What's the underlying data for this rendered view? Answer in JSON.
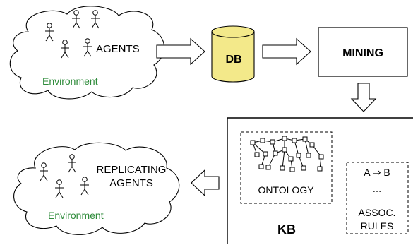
{
  "top_cloud": {
    "label": "AGENTS",
    "env_label": "Environment"
  },
  "db": {
    "label": "DB"
  },
  "mining": {
    "label": "MINING"
  },
  "kb": {
    "label": "KB",
    "ontology_label": "ONTOLOGY",
    "rules": {
      "formula": "A ⇒ B",
      "ellipsis": "…",
      "line1": "ASSOC.",
      "line2": "RULES"
    }
  },
  "bottom_cloud": {
    "label_line1": "REPLICATING",
    "label_line2": "AGENTS",
    "env_label": "Environment"
  },
  "colors": {
    "cloud_text": "#2e8b3a",
    "db_fill": "#f3e98a",
    "stroke": "#000000"
  }
}
